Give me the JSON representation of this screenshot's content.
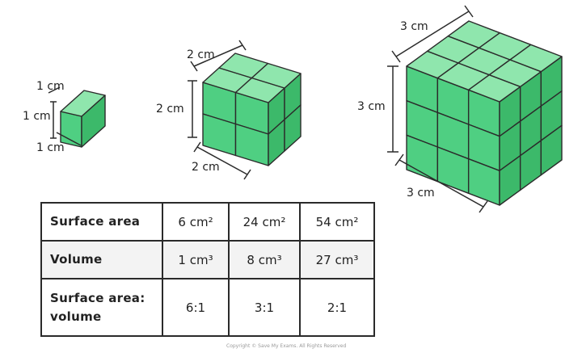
{
  "cubes": {
    "small": {
      "edge": "1 cm",
      "top_label": "1 cm",
      "left_label": "1 cm",
      "bottom_label": "1 cm"
    },
    "medium": {
      "top_label": "2 cm",
      "left_label": "2 cm",
      "bottom_label": "2 cm"
    },
    "large": {
      "top_label": "3 cm",
      "left_label": "3 cm",
      "bottom_label": "3 cm"
    }
  },
  "table": {
    "rows": [
      {
        "header_lines": [
          "Surface area"
        ],
        "values": [
          "6 cm²",
          "24 cm²",
          "54 cm²"
        ]
      },
      {
        "header_lines": [
          "Volume"
        ],
        "values": [
          "1 cm³",
          "8 cm³",
          "27 cm³"
        ]
      },
      {
        "header_lines": [
          "Surface area:",
          "volume"
        ],
        "values": [
          "6:1",
          "3:1",
          "2:1"
        ]
      }
    ]
  },
  "copyright": "Copyright © Save My Exams. All Rights Reserved",
  "colors": {
    "cube_front": "#4fcf82",
    "cube_top": "#8fe6ad",
    "cube_side": "#3cb96a",
    "outline": "#2b2b2b"
  }
}
